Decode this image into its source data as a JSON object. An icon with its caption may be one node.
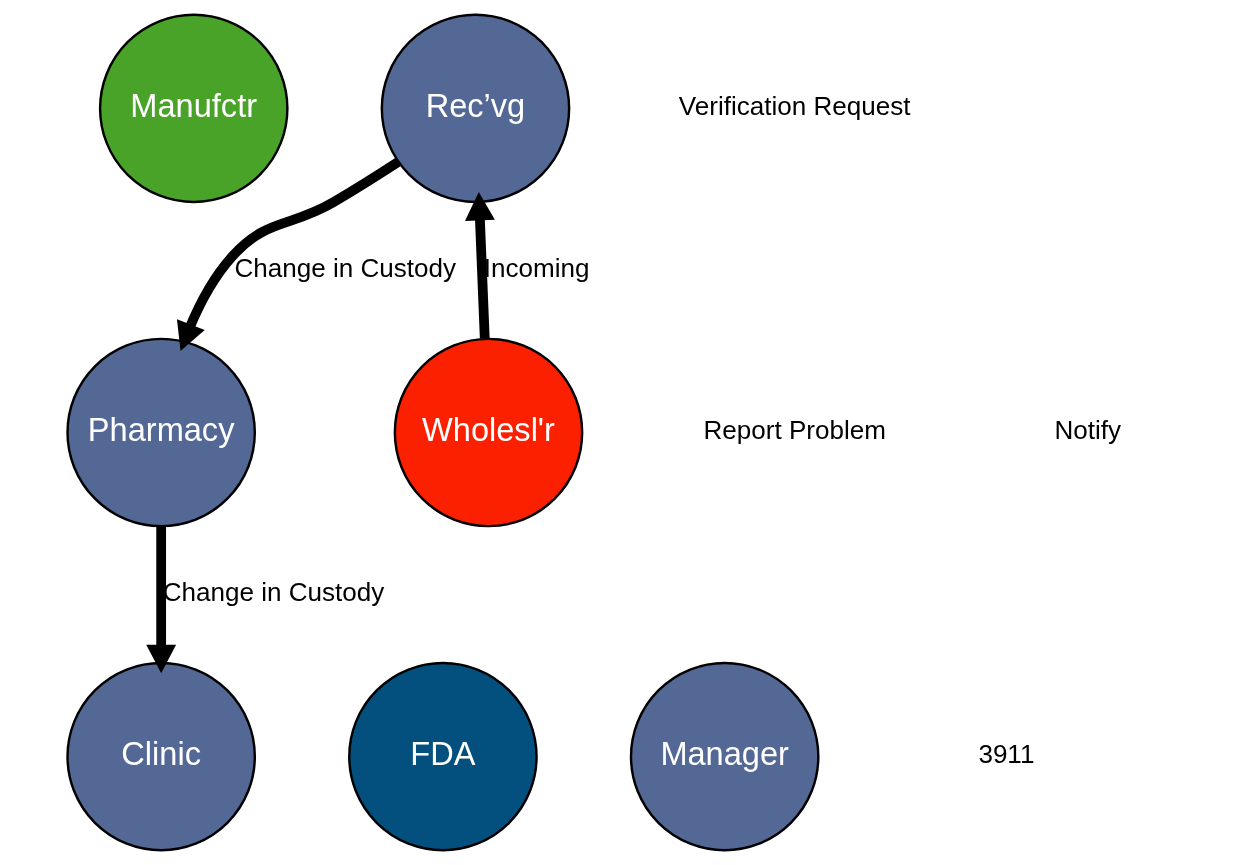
{
  "diagram": {
    "nodes": [
      {
        "text": [
          "Manufctr"
        ]
      },
      {
        "text": [
          "Rec’vg"
        ]
      },
      {
        "text": [
          "Wholesl'r"
        ]
      },
      {
        "text": [
          "Pharmacy"
        ]
      },
      {
        "text": [
          "FDA"
        ]
      },
      {
        "text": [
          "Manager"
        ]
      },
      {
        "text": [
          "Clinic"
        ]
      }
    ],
    "edges": [
      {
        "from": 2,
        "to": 1,
        "arrow": "to",
        "label": "Incoming"
      },
      {
        "from": 1,
        "to": 3,
        "arrow": "to",
        "label": "Change in Custody"
      },
      {
        "from": 3,
        "to": 6,
        "arrow": "to",
        "label": "Change in Custody"
      }
    ],
    "labels": [
      "Verification Request",
      "Notify",
      "Report Problem",
      "3911"
    ]
  }
}
